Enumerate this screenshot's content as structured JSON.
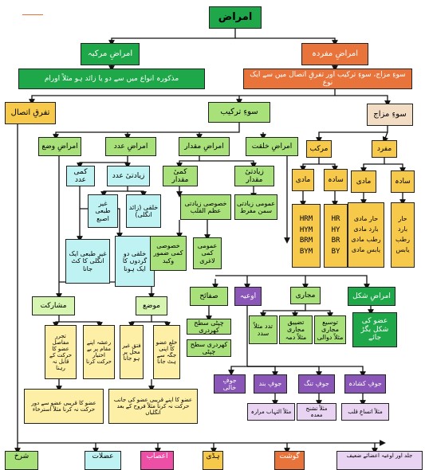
{
  "root": "امراض",
  "murakkab": {
    "title": "امراضِ مرکبہ",
    "desc": "مذکورہ انواع میں سے دو یا زائد ہو مثلاً اورام"
  },
  "mufrada": {
    "title": "امراضِ مفردہ",
    "desc": "سوءِ مزاج، سوءِ ترکیب اور تفرقِ اتصال میں سے ایک نوع"
  },
  "tafarruq": "تفرقِ اتصال",
  "soo_tarkeeb": "سوءِ ترکیب",
  "soo_mizaj": "سوءِ مزاج",
  "tarkeeb_children": {
    "waza": "امراضِ وضع",
    "adad": "امراضِ عدد",
    "miqdar": "امراضِ مقدار",
    "khilqat": "امراضِ خلقت"
  },
  "adad_children": {
    "kami": "کمی عدد",
    "ziyadati": "زیادتیٔ عدد"
  },
  "adad_leaves": {
    "ghair_tabai_asba": "غیر طبعی اصبع",
    "khilqi_zaid": "خلقی (زائد انگلی)"
  },
  "kami_leaves": {
    "ghair_tabai": "غیر طبعی ایک انگلی کا کٹ جانا",
    "khilqi_do": "خلقی دو گردوں کا ایک ہونا"
  },
  "miqdar_children": {
    "kami": "کمیٔ مقدار",
    "ziyadati": "زیادتیٔ مقدار"
  },
  "miqdar_leaves": {
    "khususi_ziyadati": "خصوصی زیادتی عظم القلب",
    "umumi_ziyadati": "عمومی زیادتی سمن مفرط",
    "khususi_kami": "خصوصی کمی ضمور وکبد",
    "umumi_kami": "عمومی کمی لاغری"
  },
  "mizaj_children": {
    "murakkab": "مرکب",
    "mufrad": "مفرد"
  },
  "murakkab_children": {
    "maddi": "مادی",
    "sada": "سادہ"
  },
  "mufrad_children": {
    "maddi": "مادی",
    "sada": "سادہ"
  },
  "codes_maddi": "HRM\nHYM\nBRM\nBYM",
  "codes_sada": "HR\nHY\nBR\nBY",
  "mufrad_maddi_list": "حار مادی بارد مادی رطب مادی یابس مادی",
  "mufrad_sada_list": "حار بارد رطب یابس",
  "mid_row": {
    "safaih": "صفائح",
    "auiya": "اوعیہ",
    "majari": "مجاری",
    "shakl": "امراضِ شکل"
  },
  "shakl_leaf": "عضو کی شکل بگڑ جائے",
  "safaih_leaves": {
    "chapti": "چپٹی سطح کھردری",
    "khurdari": "کھردری سطح چپٹی"
  },
  "majari_leaves": {
    "tadad": "تدد مثلاً سدد",
    "tazyeeq": "تضییق مجاری مثلاً دمہ",
    "tausee": "توسیع مجاری مثلاً دوالی"
  },
  "juf_row": {
    "khali": "جوفِ خالی",
    "band": "جوفِ بند",
    "tang": "جوفِ تنگ",
    "kushada": "جوفِ کشادہ"
  },
  "juf_leaves": {
    "band": "مثلاً التہاب مرارہ",
    "tang": "مثلاً تشنج معدہ",
    "kushada": "مثلاً اتساعِ قلب"
  },
  "mushrakat": "مشارکت",
  "mauza": "موضع",
  "mushrakat_leaves": {
    "tajarrur": "تجرر مفاصل عضو کا حرکت کے قابل نہ رہنا",
    "asha": "رعشہ اپنے مقام پر بے اختیار حرکت کرنا"
  },
  "mauza_leaves": {
    "fatq": "فتق غیر محل پر ہو جانا",
    "khala": "خلع عضو کا اپنی جگہ سے ہٹ جانا"
  },
  "qurbi_1": "عضو کا قریبی عضو سے دور حرکت نہ کرنا مثلاً استرخاء",
  "qurbi_2": "عضو کا اپنے قریبی عضو کی جانب حرکت نہ کرنا مثلاً فروح کے بعد انگلیاں",
  "bottom_row": [
    "شرخ",
    "عضلات",
    "اعصاب",
    "ہڈی",
    "گوشت",
    "جلد اور اوعیہ اعضائے ضعیف"
  ],
  "colors": {
    "green": "#1fa84a",
    "orange": "#e8743b",
    "yellow": "#f6c94a",
    "purple": "#8a56b8",
    "cyan": "#bff2f2",
    "magenta": "#ee4fa6"
  }
}
